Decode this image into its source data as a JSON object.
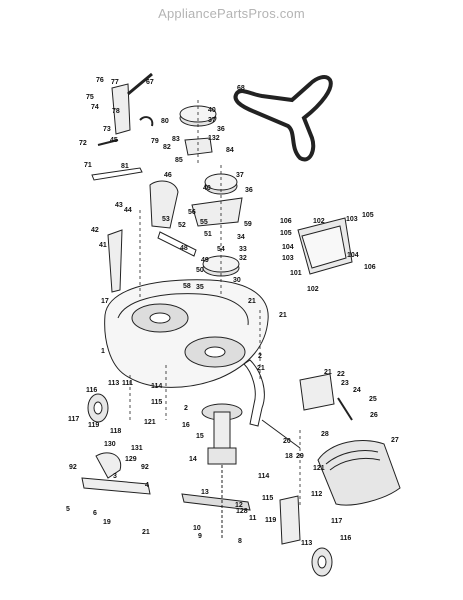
{
  "header": {
    "watermark": "AppliancePartsPros.com"
  },
  "callouts": [
    "76",
    "77",
    "67",
    "75",
    "74",
    "78",
    "40",
    "37",
    "36",
    "80",
    "73",
    "83",
    "132",
    "84",
    "72",
    "45",
    "79",
    "82",
    "85",
    "71",
    "81",
    "46",
    "40",
    "37",
    "36",
    "56",
    "55",
    "59",
    "53",
    "52",
    "51",
    "34",
    "44",
    "43",
    "48",
    "49",
    "54",
    "33",
    "42",
    "32",
    "41",
    "50",
    "58",
    "35",
    "30",
    "21",
    "17",
    "21",
    "1",
    "21",
    "2",
    "21",
    "68",
    "106",
    "102",
    "103",
    "105",
    "105",
    "104",
    "104",
    "103",
    "101",
    "106",
    "102",
    "116",
    "113",
    "111",
    "114",
    "117",
    "119",
    "115",
    "121",
    "118",
    "130",
    "131",
    "92",
    "129",
    "92",
    "3",
    "5",
    "6",
    "19",
    "4",
    "21",
    "16",
    "15",
    "14",
    "13",
    "12",
    "128",
    "11",
    "10",
    "9",
    "8",
    "18",
    "20",
    "22",
    "23",
    "24",
    "25",
    "26",
    "29",
    "121",
    "28",
    "27",
    "114",
    "115",
    "112",
    "119",
    "117",
    "116",
    "113",
    "2"
  ]
}
